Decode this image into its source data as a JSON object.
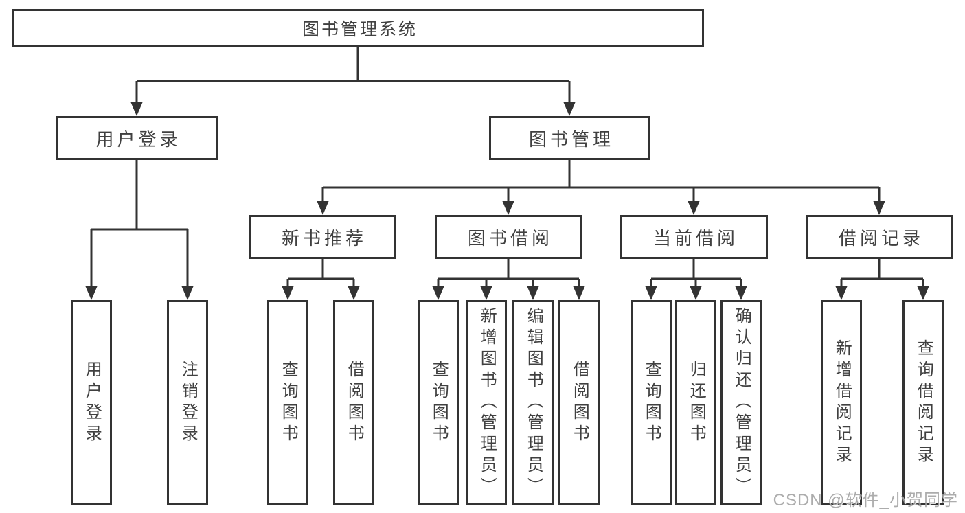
{
  "tree": {
    "root": "图书管理系统",
    "branches": [
      {
        "label": "用户登录",
        "children": [
          "用户登录",
          "注销登录"
        ]
      },
      {
        "label": "图书管理",
        "children": [
          {
            "label": "新书推荐",
            "children": [
              "查询图书",
              "借阅图书"
            ]
          },
          {
            "label": "图书借阅",
            "children": [
              "查询图书",
              "新增图书（管理员）",
              "编辑图书（管理员）",
              "借阅图书"
            ]
          },
          {
            "label": "当前借阅",
            "children": [
              "查询图书",
              "归还图书",
              "确认归还（管理员）"
            ]
          },
          {
            "label": "借阅记录",
            "children": [
              "新增借阅记录",
              "查询借阅记录"
            ]
          }
        ]
      }
    ]
  },
  "watermark": "CSDN @软件_小贺同学",
  "colors": {
    "line": "#333333",
    "text": "#404040",
    "watermark": "#9e9e9e",
    "background": "#ffffff"
  }
}
